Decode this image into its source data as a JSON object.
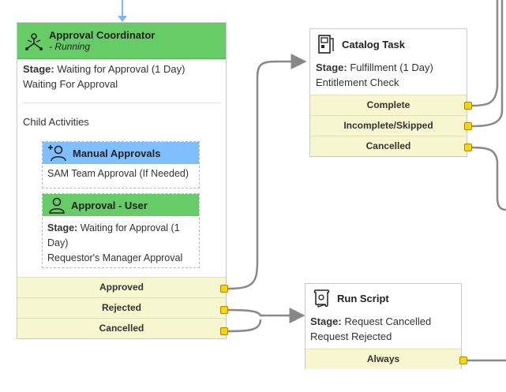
{
  "approval_coordinator": {
    "title": "Approval Coordinator",
    "state": "- Running",
    "stage_label": "Stage:",
    "stage_value": "Waiting for Approval (1 Day)",
    "status": "Waiting For Approval",
    "child_activities_label": "Child Activities",
    "children": [
      {
        "title": "Manual Approvals",
        "line": "SAM Team Approval (If Needed)"
      },
      {
        "title": "Approval - User",
        "stage_label": "Stage:",
        "stage_value": "Waiting for Approval (1",
        "stage_value_2": "Day)",
        "line": "Requestor's Manager Approval"
      }
    ],
    "exits": [
      "Approved",
      "Rejected",
      "Cancelled"
    ]
  },
  "catalog_task": {
    "title": "Catalog Task",
    "stage_label": "Stage:",
    "stage_value": "Fulfillment (1 Day)",
    "status": "Entitlement Check",
    "exits": [
      "Complete",
      "Incomplete/Skipped",
      "Cancelled"
    ]
  },
  "run_script": {
    "title": "Run Script",
    "stage_label": "Stage:",
    "stage_value": "Request Cancelled",
    "status": "Request Rejected",
    "exits": [
      "Always"
    ]
  },
  "colors": {
    "header_green": "#66cc66",
    "header_blue": "#7fbfff",
    "exit_bg": "#f6f6cf",
    "port": "#ffd400",
    "wire": "#888888",
    "incoming_arrow": "#7fb4ff"
  }
}
